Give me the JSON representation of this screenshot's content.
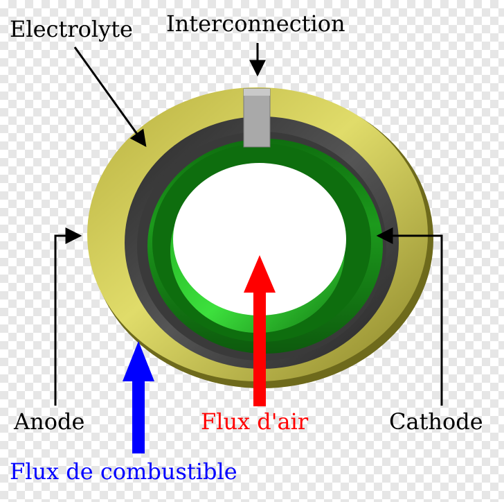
{
  "labels": {
    "electrolyte": "Electrolyte",
    "interconnection": "Interconnection",
    "anode": "Anode",
    "cathode": "Cathode",
    "air_flow": "Flux d'air",
    "fuel_flow": "Flux de combustible"
  },
  "colors": {
    "electrolyte": "#c8c050",
    "cathode_layer": "#333333",
    "anode_tube": "#22aa22",
    "interconnection": "#aaaaaa",
    "air_arrow": "#ff0000",
    "fuel_arrow": "#0000ff"
  }
}
